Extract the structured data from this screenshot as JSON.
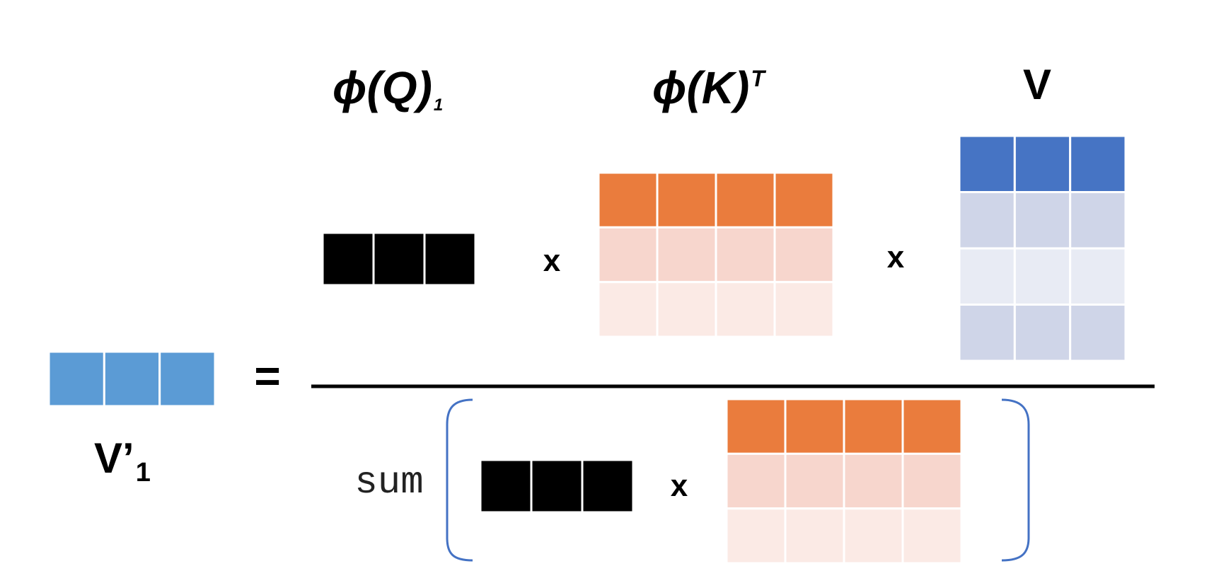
{
  "labels": {
    "q": "ϕ(Q)",
    "q_sub": "1",
    "k": "ϕ(K)",
    "k_sup": "T",
    "v": "V",
    "result": "V’",
    "result_sub": "1",
    "equals": "=",
    "times": "x",
    "sum": "sum"
  },
  "colors": {
    "black": "#000000",
    "orange": "#ea7c3d",
    "orange_light": "#f7d6cd",
    "orange_lighter": "#fbeae5",
    "blue_dark": "#4674c4",
    "blue_light": "#cfd5e8",
    "blue_lighter": "#e8ebf4",
    "result_blue": "#5b9bd5",
    "bracket": "#4472c4"
  },
  "matrices": {
    "phi_q_row": {
      "rows": 1,
      "cols": 3,
      "row_colors": [
        "black"
      ]
    },
    "phi_k_t": {
      "rows": 3,
      "cols": 4,
      "row_colors": [
        "orange",
        "orange_light",
        "orange_lighter"
      ]
    },
    "v": {
      "rows": 4,
      "cols": 3,
      "row_colors": [
        "blue_dark",
        "blue_light",
        "blue_lighter",
        "blue_light"
      ]
    },
    "v_prime_row": {
      "rows": 1,
      "cols": 3,
      "row_colors": [
        "result_blue"
      ]
    }
  }
}
